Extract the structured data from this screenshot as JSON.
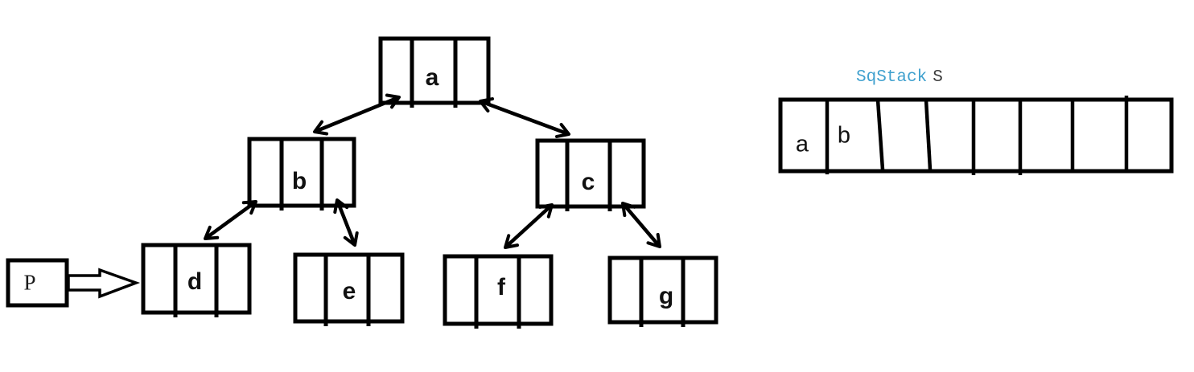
{
  "tree": {
    "nodes": [
      {
        "id": "a",
        "label": "a"
      },
      {
        "id": "b",
        "label": "b"
      },
      {
        "id": "c",
        "label": "c"
      },
      {
        "id": "d",
        "label": "d"
      },
      {
        "id": "e",
        "label": "e"
      },
      {
        "id": "f",
        "label": "f"
      },
      {
        "id": "g",
        "label": "g"
      }
    ],
    "edges": [
      {
        "from": "a",
        "to": "b",
        "style": "double-arrow"
      },
      {
        "from": "a",
        "to": "c",
        "style": "double-arrow"
      },
      {
        "from": "b",
        "to": "d",
        "style": "double-arrow"
      },
      {
        "from": "b",
        "to": "e",
        "style": "double-arrow"
      },
      {
        "from": "c",
        "to": "f",
        "style": "double-arrow"
      },
      {
        "from": "c",
        "to": "g",
        "style": "double-arrow"
      }
    ],
    "node_fields": 3
  },
  "pointer": {
    "label": "P",
    "points_to": "d"
  },
  "stack": {
    "label": {
      "name": "SqStack",
      "variable": "S"
    },
    "cells": [
      {
        "value": "a"
      },
      {
        "value": "b"
      },
      {
        "value": ""
      },
      {
        "value": ""
      },
      {
        "value": ""
      },
      {
        "value": ""
      },
      {
        "value": ""
      },
      {
        "value": ""
      }
    ],
    "capacity": 8
  },
  "colors": {
    "ink": "#000000",
    "background": "#ffffff",
    "node_text": "#111111",
    "stack_label_name": "#3fa0ce",
    "stack_label_variable": "#3a3a3a"
  }
}
